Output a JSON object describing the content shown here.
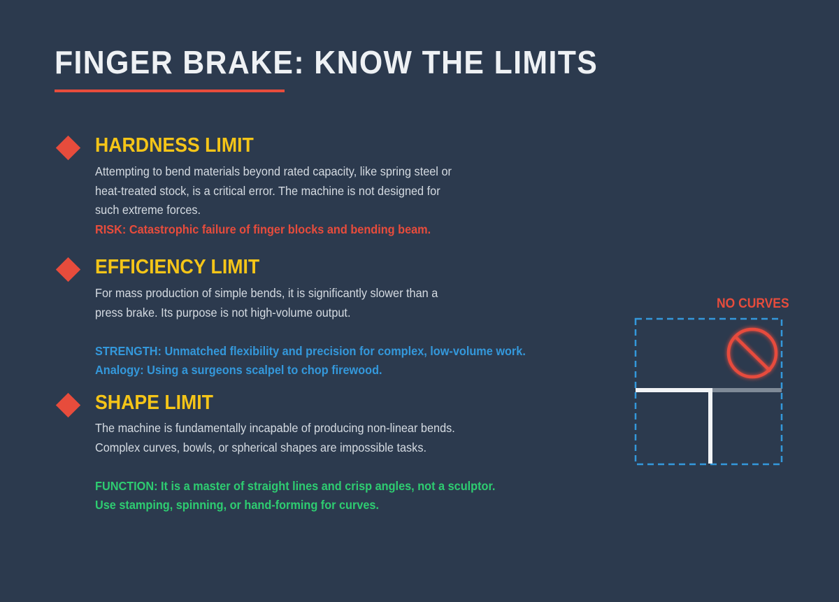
{
  "title": "FINGER BRAKE: KNOW THE LIMITS",
  "colors": {
    "background": "#2c3a4e",
    "accent": "#e74c3c",
    "heading": "#f5c518",
    "strength": "#3498db",
    "function": "#2ecc71"
  },
  "sections": [
    {
      "heading": "HARDNESS LIMIT",
      "lines": [
        "Attempting to bend materials beyond rated capacity, like spring steel or",
        "heat-treated stock, is a critical error. The machine is not designed for",
        "such extreme forces."
      ],
      "note": "RISK: Catastrophic failure of finger blocks and bending beam."
    },
    {
      "heading": "EFFICIENCY LIMIT",
      "lines": [
        "For mass production of simple bends, it is significantly slower than a",
        "press brake. Its purpose is not high-volume output."
      ],
      "notes": [
        "STRENGTH: Unmatched flexibility and precision for complex, low-volume work.",
        "Analogy: Using a surgeons scalpel to chop firewood."
      ]
    },
    {
      "heading": "SHAPE LIMIT",
      "lines": [
        "The machine is fundamentally incapable of producing non-linear bends.",
        "Complex curves, bowls, or spherical shapes are impossible tasks."
      ],
      "notes": [
        "FUNCTION: It is a master of straight lines and crisp angles, not a sculptor.",
        "Use stamping, spinning, or hand-forming for curves."
      ]
    }
  ],
  "figure": {
    "label": "NO CURVES",
    "icon": "prohibited-icon"
  }
}
